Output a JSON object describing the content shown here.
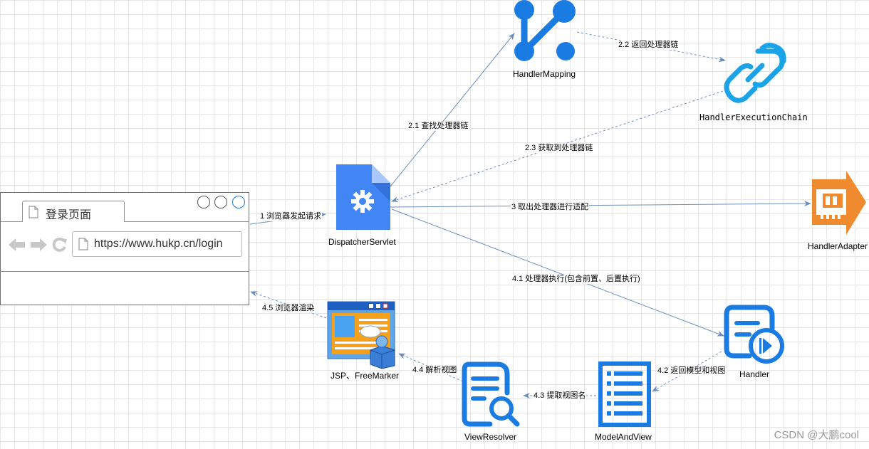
{
  "browser": {
    "tab_title": "登录页面",
    "url": "https://www.hukp.cn/login"
  },
  "nodes": {
    "handler_mapping": "HandlerMapping",
    "handler_execution_chain": "HandlerExecutionChain",
    "dispatcher_servlet": "DispatcherServlet",
    "handler_adapter": "HandlerAdapter",
    "handler": "Handler",
    "model_and_view": "ModelAndView",
    "view_resolver": "ViewResolver",
    "jsp_freemarker": "JSP、FreeMarker"
  },
  "edges": {
    "e1": "1 浏览器发起请求",
    "e21": "2.1 查找处理器链",
    "e22": "2.2 返回处理器链",
    "e23": "2.3 获取到处理器链",
    "e3": "3 取出处理器进行适配",
    "e41": "4.1 处理器执行(包含前置、后置执行)",
    "e42": "4.2 返回模型和视图",
    "e43": "4.3 提取视图名",
    "e44": "4.4 解析视图",
    "e45": "4.5 浏览器渲染"
  },
  "watermark": "CSDN @大鹏cool",
  "colors": {
    "blue": "#1a7be3",
    "arrow": "#6c8ebf",
    "orange": "#f08a2e",
    "servlet_blue": "#4285f4"
  },
  "icons": [
    "hierarchy-icon",
    "chain-link-icon",
    "gear-document-icon",
    "network-card-icon",
    "play-document-icon",
    "list-document-icon",
    "search-document-icon",
    "web-page-user-icon"
  ]
}
